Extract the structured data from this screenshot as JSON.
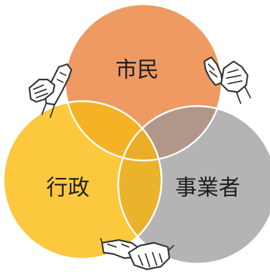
{
  "diagram": {
    "circles": [
      {
        "id": "citizens",
        "label": "市民",
        "color": "#ef9a62"
      },
      {
        "id": "government",
        "label": "行政",
        "color": "#fbc83e"
      },
      {
        "id": "business",
        "label": "事業者",
        "color": "#b4b4b4"
      }
    ],
    "overlaps": {
      "citizens_government": "#f5b224",
      "citizens_business": "#b0978a",
      "government_business": "#ebb32c",
      "center": "#e9ad26"
    },
    "outline_color": "#ffffff",
    "icons": [
      "handshake-icon",
      "handshake-icon",
      "handshake-icon"
    ]
  }
}
